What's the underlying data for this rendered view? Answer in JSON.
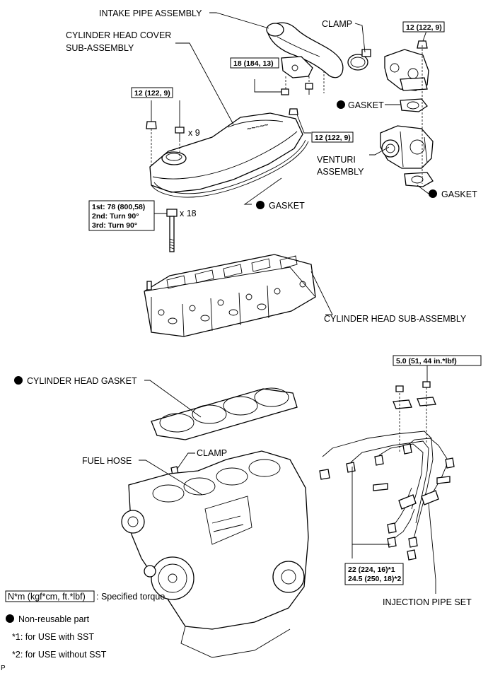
{
  "labels": {
    "intake_pipe": "INTAKE PIPE ASSEMBLY",
    "clamp_top": "CLAMP",
    "cyl_head_cover_1": "CYLINDER HEAD COVER",
    "cyl_head_cover_2": "SUB-ASSEMBLY",
    "gasket_venturi_top": "GASKET",
    "venturi_1": "VENTURI",
    "venturi_2": "ASSEMBLY",
    "gasket_venturi_bottom": "GASKET",
    "gasket_cover": "GASKET",
    "x9": "x 9",
    "x18": "x 18",
    "cyl_head_sub": "CYLINDER HEAD SUB-ASSEMBLY",
    "cyl_head_gasket": "CYLINDER HEAD GASKET",
    "fuel_hose": "FUEL HOSE",
    "clamp_bottom": "CLAMP",
    "injection_pipe": "INJECTION PIPE SET",
    "corner_code": "P"
  },
  "torques": {
    "intake_nut": "12 (122, 9)",
    "intake_bolt": "18 (184, 13)",
    "cover_nut_left": "12 (122, 9)",
    "cover_nut_right": "12 (122, 9)",
    "head_bolt_1": "1st: 78 (800,58)",
    "head_bolt_2": "2nd: Turn 90°",
    "head_bolt_3": "3rd: Turn 90°",
    "clamp_nut": "5.0 (51, 44 in.*lbf)",
    "union_nut_1": "22 (224, 16)*1",
    "union_nut_2": "24.5 (250, 18)*2"
  },
  "legend": {
    "torque_unit": "N*m (kgf*cm, ft.*lbf)",
    "torque_text": ": Specified torque",
    "non_reusable": "Non-reusable part",
    "note_1": "*1: for USE with SST",
    "note_2": "*2: for USE without SST"
  }
}
